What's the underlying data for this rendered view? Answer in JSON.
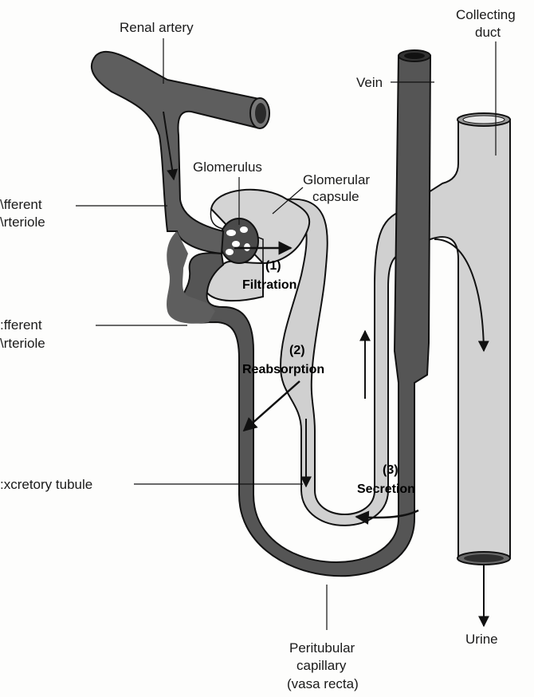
{
  "labels": {
    "renal_artery": "Renal artery",
    "collecting_duct_1": "Collecting",
    "collecting_duct_2": "duct",
    "vein": "Vein",
    "glomerulus": "Glomerulus",
    "glomerular_capsule_1": "Glomerular",
    "glomerular_capsule_2": "capsule",
    "afferent_1": "\\fferent",
    "afferent_2": "\\rteriole",
    "efferent_1": ":fferent",
    "efferent_2": "\\rteriole",
    "excretory_tubule": ":xcretory tubule",
    "peritubular_1": "Peritubular",
    "peritubular_2": "capillary",
    "peritubular_3": "(vasa recta)",
    "urine": "Urine"
  },
  "processes": {
    "filtration_num": "(1)",
    "filtration": "Filtration",
    "reabsorption_num": "(2)",
    "reabsorption": "Reabsorption",
    "secretion_num": "(3)",
    "secretion": "Secretion"
  },
  "colors": {
    "vessel": "#5e5e5e",
    "vessel_dark": "#3a3a3a",
    "tubule": "#cfcfcf",
    "outline": "#111111"
  }
}
